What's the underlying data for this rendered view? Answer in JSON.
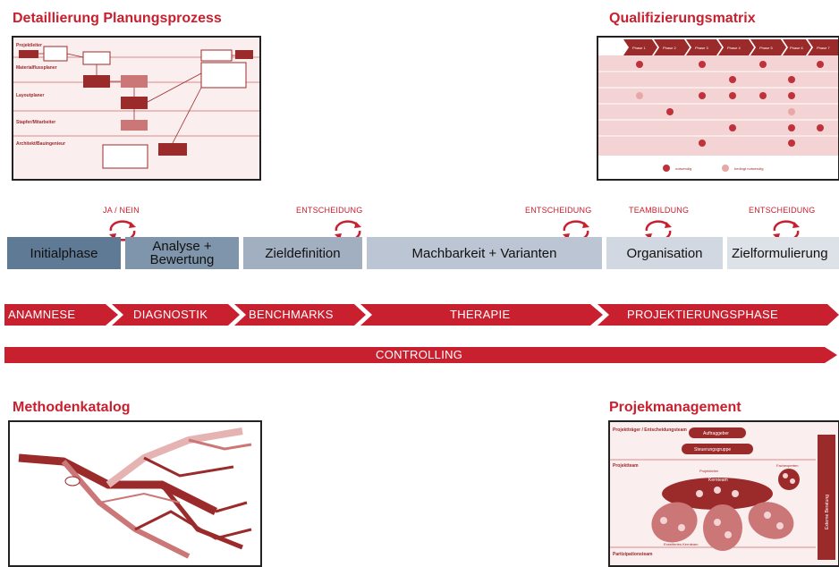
{
  "headings": {
    "detail": "Detaillierung Planungsprozess",
    "matrix": "Qualifizierungsmatrix",
    "methods": "Methodenkatalog",
    "pm": "Projekmanagement"
  },
  "decisions": [
    "JA / NEIN",
    "ENTSCHEIDUNG",
    "ENTSCHEIDUNG",
    "TEAMBILDUNG",
    "ENTSCHEIDUNG"
  ],
  "phases": {
    "initial": "Initialphase",
    "analyse_l1": "Analyse +",
    "analyse_l2": "Bewertung",
    "ziel": "Zieldefinition",
    "machbarkeit": "Machbarkeit + Varianten",
    "organisation": "Organisation",
    "zielform": "Zielformulierung"
  },
  "process_arrows": [
    "ANAMNESE",
    "DIAGNOSTIK",
    "BENCHMARKS",
    "THERAPIE",
    "PROJEKTIERUNGSPHASE"
  ],
  "controlling": "CONTROLLING",
  "detail_thumb": {
    "lanes": [
      "Projektleiter",
      "Materialflussplaner",
      "Layoutplaner",
      "Stapfer/Mitarbeiter",
      "Architekt/Bauingenieur"
    ]
  },
  "matrix_thumb": {
    "columns": [
      "Phase 1",
      "Phase 2",
      "Phase 3",
      "Phase 4",
      "Phase 5",
      "Phase 6",
      "Phase 7"
    ],
    "legend": [
      "notwendig",
      "bedingt notwendig"
    ]
  },
  "pm_thumb": {
    "sections": [
      "Projektträger / Entscheidungsteam",
      "Projektteam",
      "Partizipationsteam"
    ],
    "pills": [
      "Auftraggeber",
      "Steuerungsgruppe"
    ],
    "side_bar": "Externe Beratung",
    "core": "Kernteam",
    "labels": [
      "Projektleiter",
      "Fachexperten",
      "Erweitertes Kernteam"
    ]
  },
  "colors": {
    "brand_red": "#c8202f",
    "phase_dark": "#5f7a95",
    "phase_mid": "#7f95ab",
    "phase_light": "#a2afc1",
    "phase_lighter": "#bcc5d3",
    "phase_pale": "#d2d8e1"
  }
}
